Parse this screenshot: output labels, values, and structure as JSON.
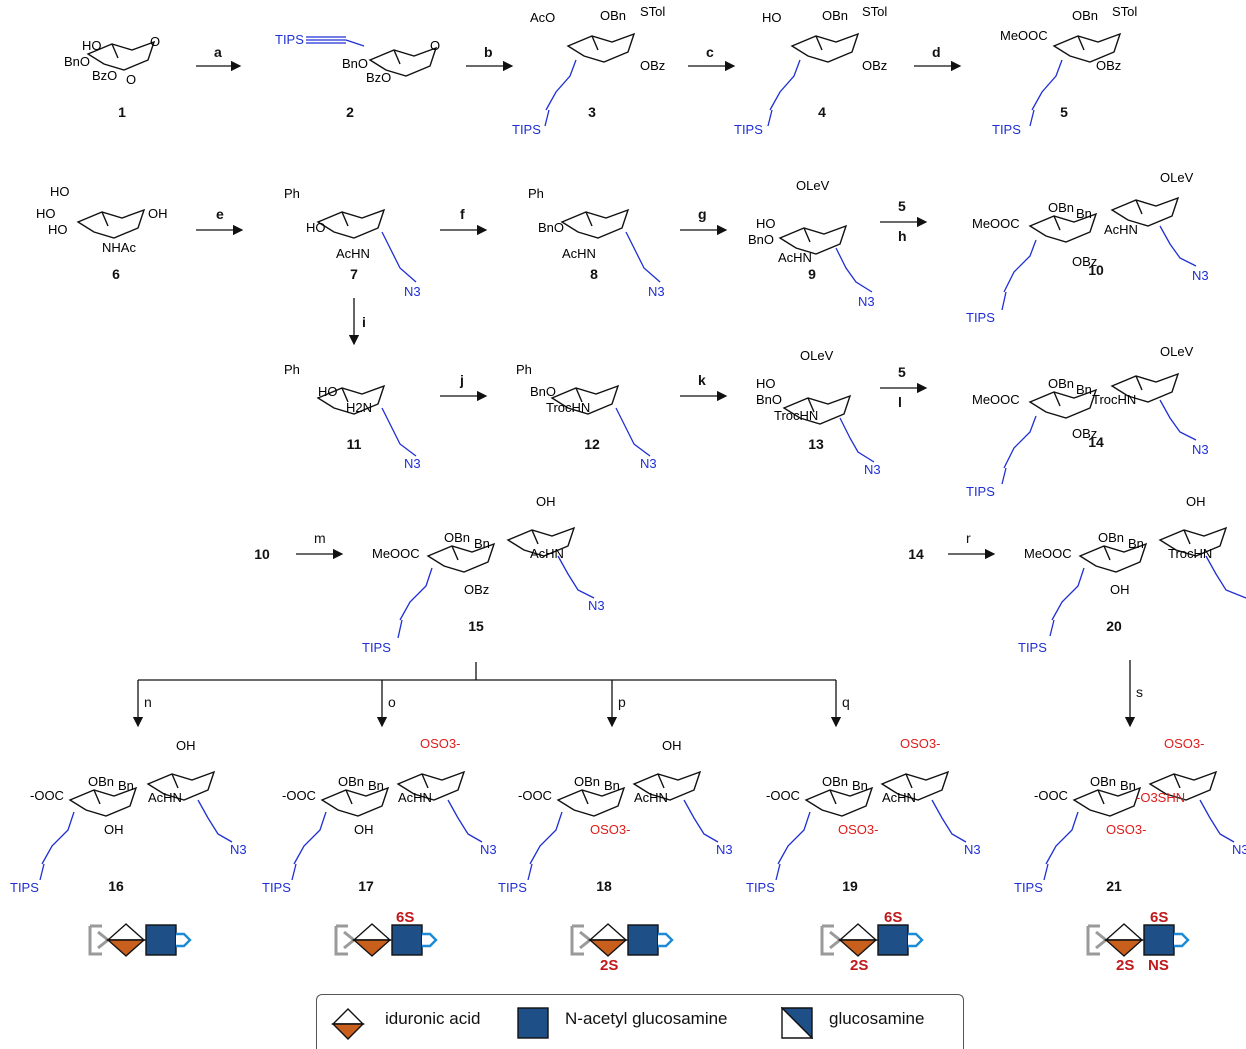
{
  "compound_labels": {
    "c1": "1",
    "c2": "2",
    "c3": "3",
    "c4": "4",
    "c5": "5",
    "c6": "6",
    "c7": "7",
    "c8": "8",
    "c9": "9",
    "c10": "10",
    "c11": "11",
    "c12": "12",
    "c13": "13",
    "c14": "14",
    "c15": "15",
    "c20": "20",
    "c16": "16",
    "c17": "17",
    "c18": "18",
    "c19": "19",
    "c21": "21",
    "c10_start": "10",
    "c14_start": "14"
  },
  "reaction_labels": {
    "a": "a",
    "b": "b",
    "c": "c",
    "d": "d",
    "e": "e",
    "f": "f",
    "g": "g",
    "h": "h",
    "i": "i",
    "j": "j",
    "k": "k",
    "l": "l",
    "m": "m",
    "n": "n",
    "o": "o",
    "p": "p",
    "q": "q",
    "r": "r",
    "s": "s",
    "reagent_5_h": "5",
    "reagent_5_l": "5"
  },
  "groups": {
    "tips": "TIPS",
    "bn": "Bn",
    "bno": "BnO",
    "bzo": "BzO",
    "obz": "OBz",
    "obn": "OBn",
    "stol": "STol",
    "aco": "AcO",
    "ho": "HO",
    "oh": "OH",
    "meooc": "MeOOC",
    "nhac": "NHAc",
    "achn": "AcHN",
    "ph": "Ph",
    "n3": "N3",
    "olev": "OLeV",
    "h2n": "H2N",
    "trochn": "TrocHN",
    "coo": "-OOC",
    "oso3": "OSO3-",
    "o3shn": "-O3SHN"
  },
  "badges": {
    "s6_17": "6S",
    "s6_19": "6S",
    "s2_18": "2S",
    "s2_19": "2S",
    "s6_21": "6S",
    "s2_21": "2S",
    "ns_21": "NS"
  },
  "legend": {
    "iduronic": "iduronic acid",
    "glcnac": "N-acetyl glucosamine",
    "glucosamine": "glucosamine"
  },
  "colors": {
    "tips_blue": "#1f2fd4",
    "azide_blue": "#1f2fd4",
    "sulfate_red": "#e01b1b",
    "badge_red": "#c0181b",
    "iduronic_orange": "#c85f1c",
    "glcnac_blue": "#1f4f87",
    "linker_blue": "#1c8ad6",
    "bracket_grey": "#9a9a9a"
  }
}
